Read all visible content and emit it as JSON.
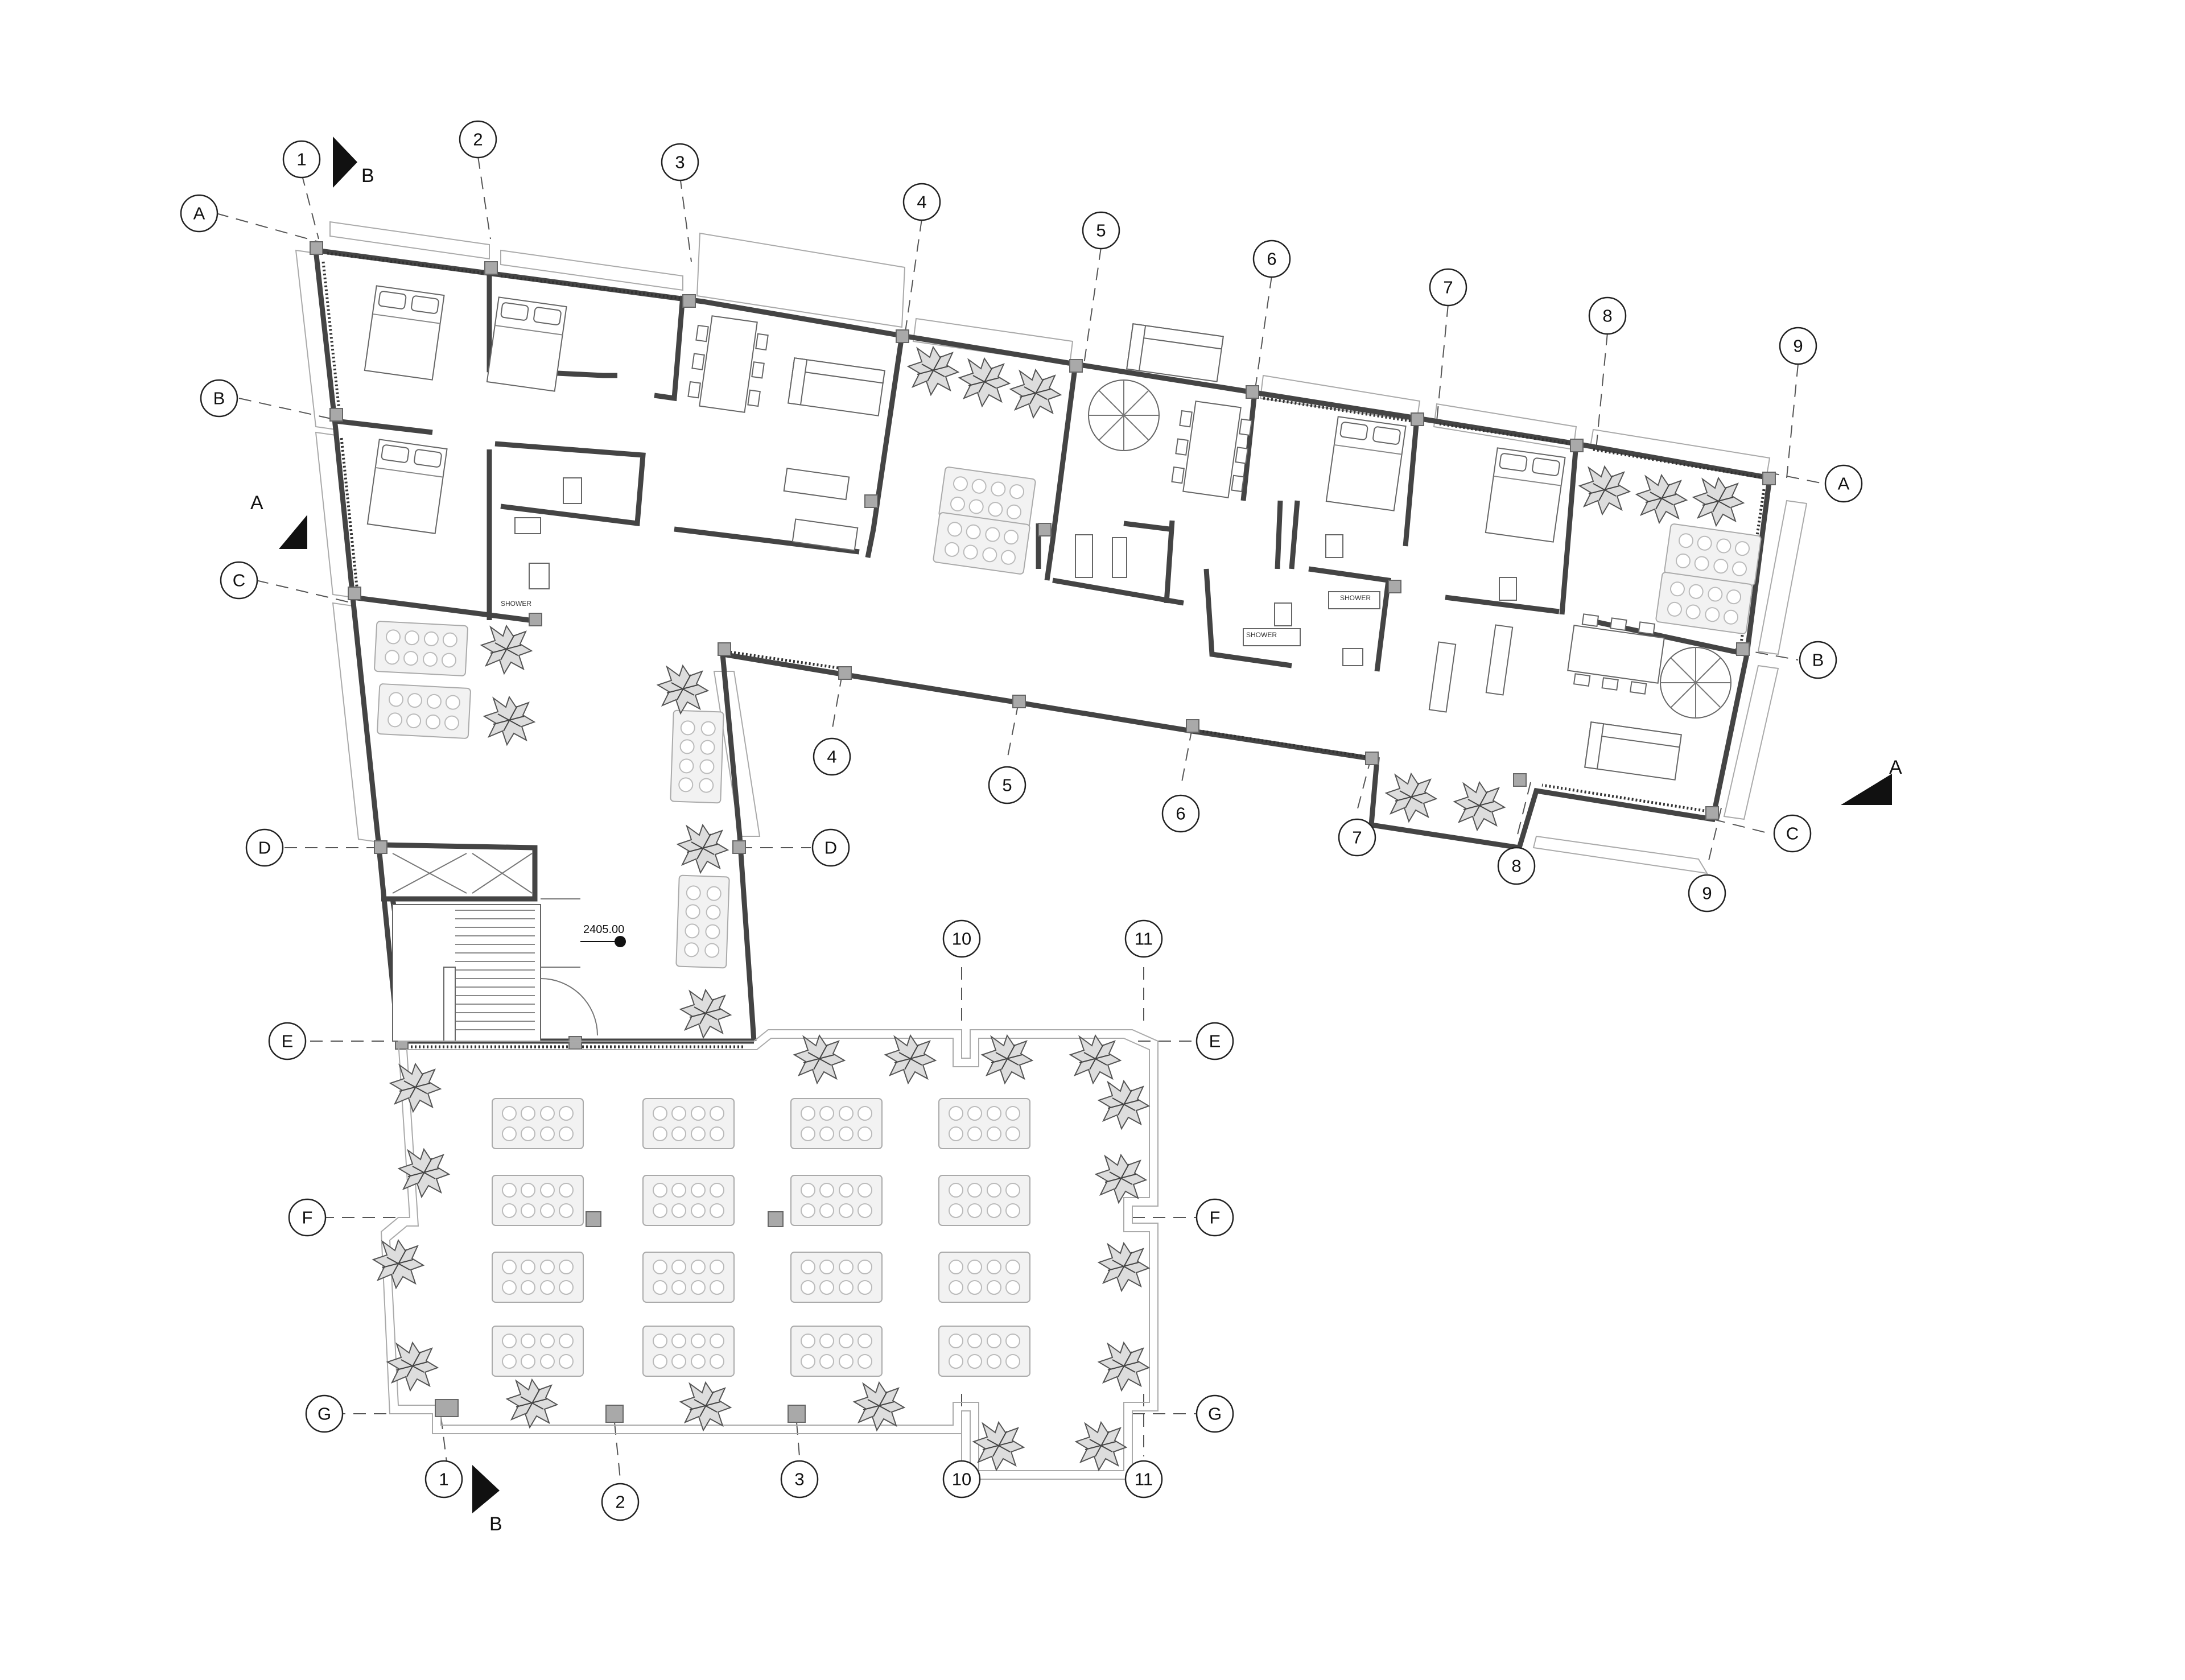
{
  "grid_top": [
    {
      "label": "1"
    },
    {
      "label": "2"
    },
    {
      "label": "3"
    },
    {
      "label": "4"
    },
    {
      "label": "5"
    },
    {
      "label": "6"
    },
    {
      "label": "7"
    },
    {
      "label": "8"
    },
    {
      "label": "9"
    }
  ],
  "grid_mid": [
    {
      "label": "4"
    },
    {
      "label": "5"
    },
    {
      "label": "6"
    },
    {
      "label": "7"
    },
    {
      "label": "8"
    },
    {
      "label": "9"
    }
  ],
  "grid_bottom": [
    {
      "label": "1"
    },
    {
      "label": "2"
    },
    {
      "label": "3"
    },
    {
      "label": "10"
    },
    {
      "label": "11"
    }
  ],
  "grid_upper_extra": [
    {
      "label": "10"
    },
    {
      "label": "11"
    }
  ],
  "grid_rows_left": [
    {
      "label": "A"
    },
    {
      "label": "B"
    },
    {
      "label": "C"
    },
    {
      "label": "D"
    },
    {
      "label": "E"
    },
    {
      "label": "F"
    },
    {
      "label": "G"
    }
  ],
  "grid_rows_right": [
    {
      "label": "A"
    },
    {
      "label": "B"
    },
    {
      "label": "C"
    },
    {
      "label": "D"
    },
    {
      "label": "E"
    },
    {
      "label": "F"
    },
    {
      "label": "G"
    }
  ],
  "section_marks": [
    {
      "label": "B"
    },
    {
      "label": "A"
    },
    {
      "label": "A"
    },
    {
      "label": "B"
    }
  ],
  "annotations": {
    "level": "2405.00",
    "shower": "SHOWER"
  }
}
